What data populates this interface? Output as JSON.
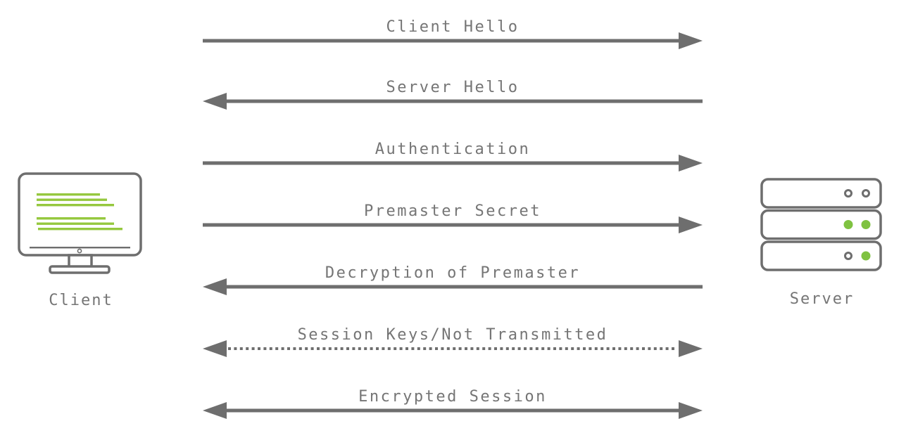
{
  "colors": {
    "line_gray": "#6e6e6e",
    "text_gray": "#757575",
    "accent_green": "#7fc241",
    "screen_line_green": "#95c83e"
  },
  "actors": {
    "client": {
      "label": "Client",
      "icon": "client-monitor-icon"
    },
    "server": {
      "label": "Server",
      "icon": "server-stack-icon"
    }
  },
  "messages": [
    {
      "label": "Client Hello",
      "direction": "right",
      "line_style": "solid"
    },
    {
      "label": "Server Hello",
      "direction": "left",
      "line_style": "solid"
    },
    {
      "label": "Authentication",
      "direction": "right",
      "line_style": "solid"
    },
    {
      "label": "Premaster Secret",
      "direction": "right",
      "line_style": "solid"
    },
    {
      "label": "Decryption of Premaster",
      "direction": "left",
      "line_style": "solid"
    },
    {
      "label": "Session Keys/Not Transmitted",
      "direction": "both",
      "line_style": "dotted"
    },
    {
      "label": "Encrypted Session",
      "direction": "both",
      "line_style": "solid"
    }
  ]
}
